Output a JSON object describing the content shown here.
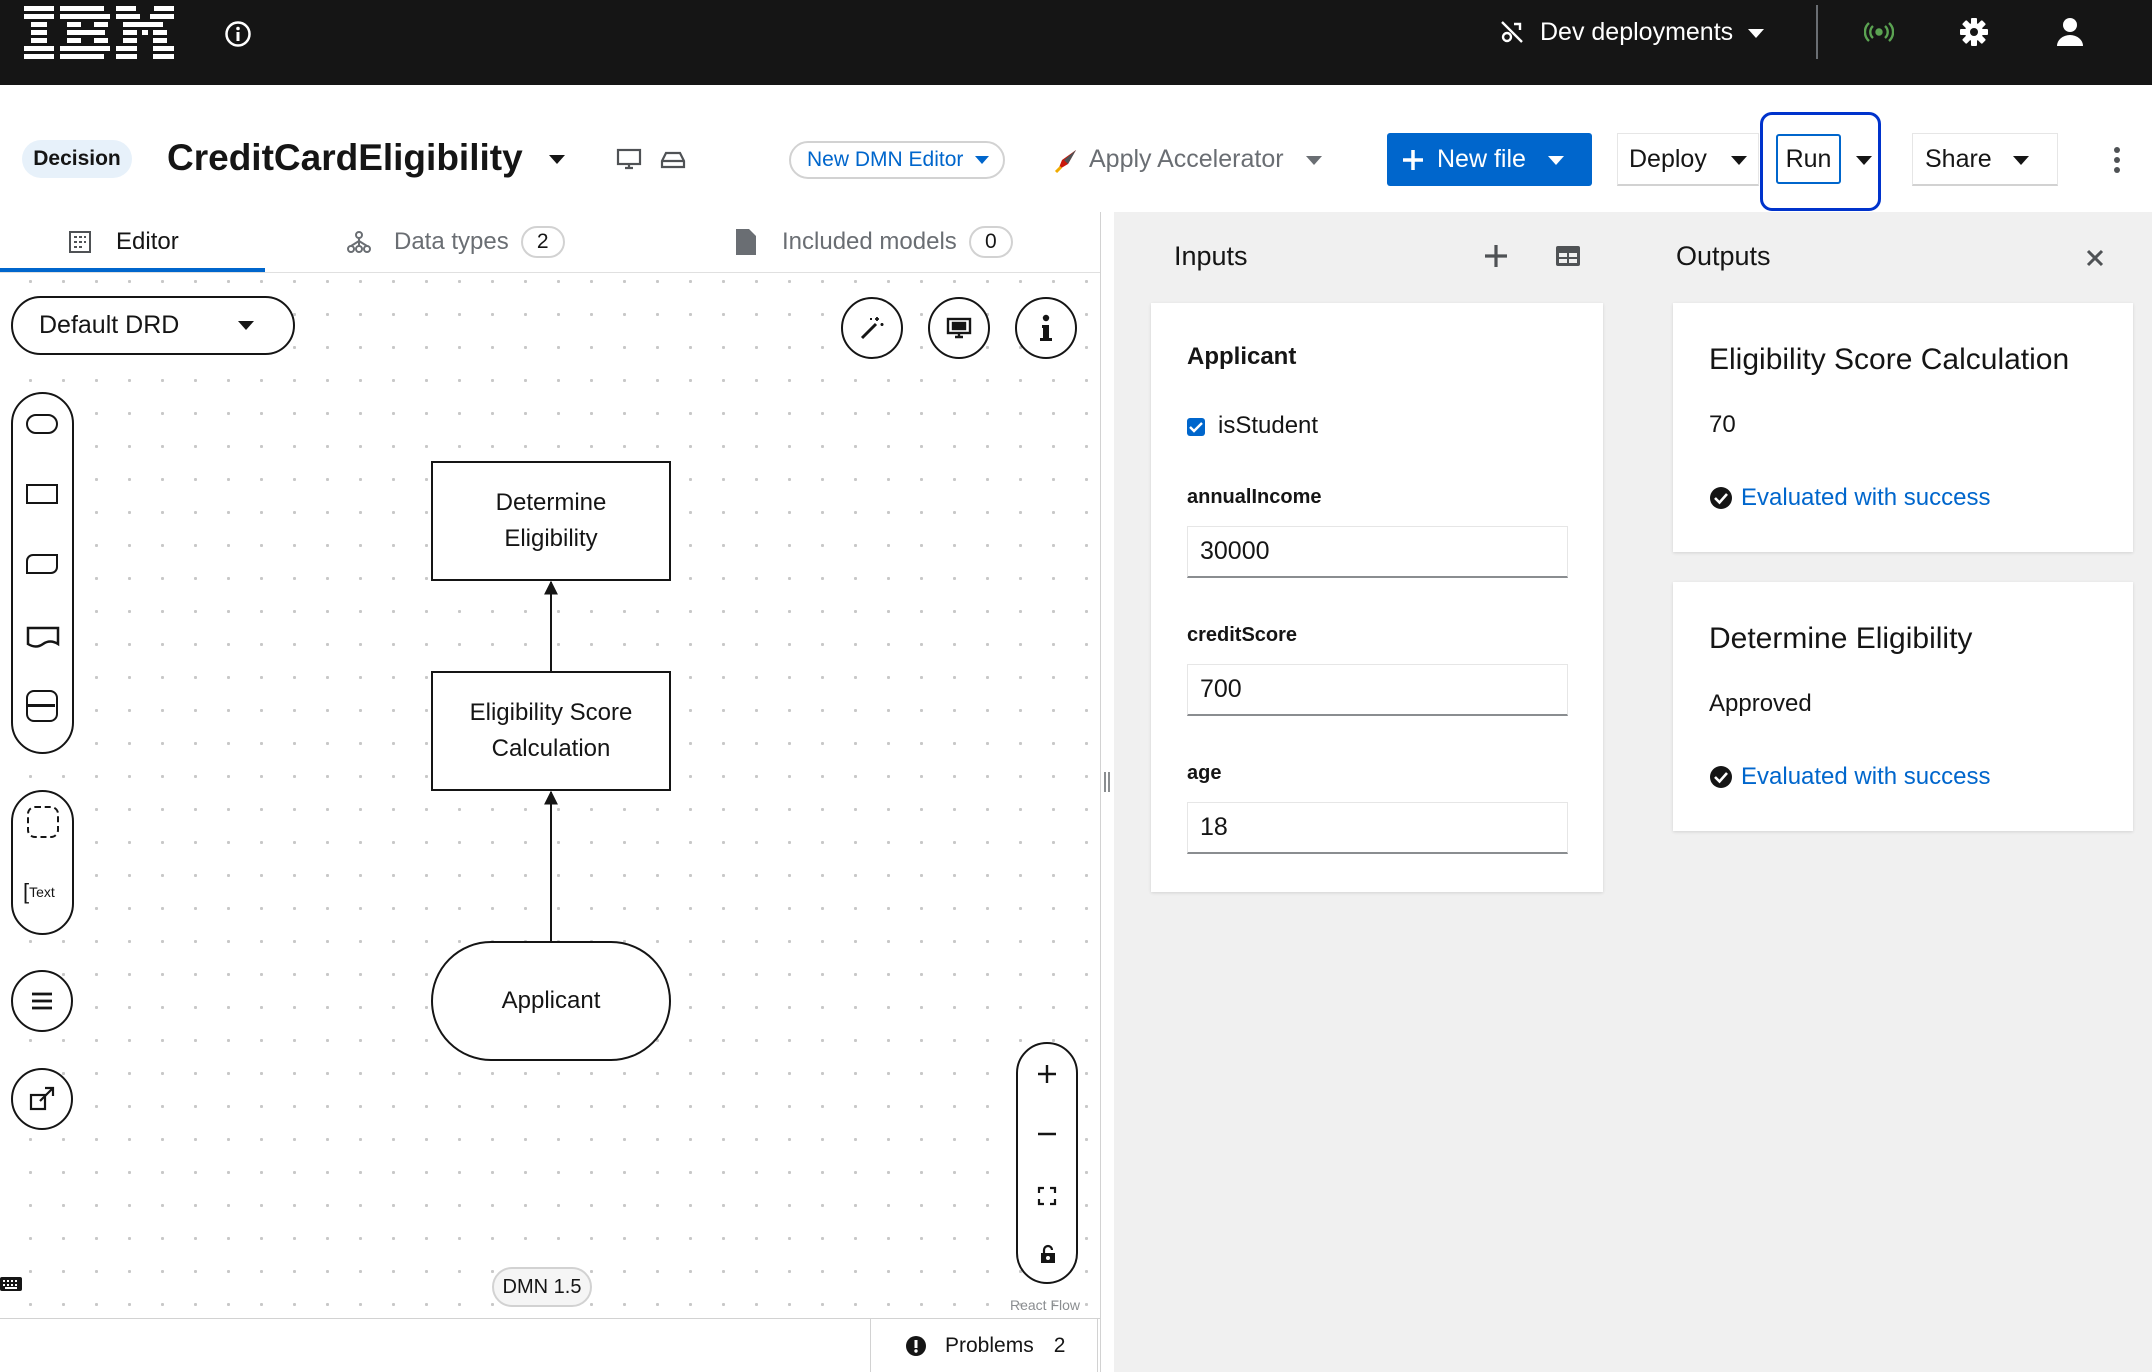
{
  "masthead": {
    "brand": "IBM",
    "deployments_label": "Dev deployments"
  },
  "header": {
    "project_type": "Decision",
    "file_name": "CreditCardEligibility",
    "editor_selector": "New DMN Editor",
    "accelerator_label": "Apply Accelerator",
    "new_file_label": "New file",
    "deploy_label": "Deploy",
    "run_label": "Run",
    "share_label": "Share"
  },
  "editor_tabs": [
    {
      "label": "Editor",
      "count": null
    },
    {
      "label": "Data types",
      "count": "2"
    },
    {
      "label": "Included models",
      "count": "0"
    }
  ],
  "drd": {
    "selector": "Default DRD",
    "palette_text_label": "Text",
    "nodes": {
      "determine": "Determine Eligibility",
      "score": "Eligibility Score Calculation",
      "applicant": "Applicant"
    },
    "version_badge": "DMN 1.5",
    "react_flow_label": "React Flow"
  },
  "problems": {
    "label": "Problems",
    "count": "2"
  },
  "inputs": {
    "title": "Inputs",
    "group_title": "Applicant",
    "is_student_label": "isStudent",
    "is_student_checked": true,
    "fields": [
      {
        "label": "annualIncome",
        "value": "30000"
      },
      {
        "label": "creditScore",
        "value": "700"
      },
      {
        "label": "age",
        "value": "18"
      }
    ]
  },
  "outputs": {
    "title": "Outputs",
    "results": [
      {
        "name": "Eligibility Score Calculation",
        "value": "70",
        "status": "Evaluated with success"
      },
      {
        "name": "Determine Eligibility",
        "value": "Approved",
        "status": "Evaluated with success"
      }
    ]
  },
  "colors": {
    "masthead": "#151515",
    "primary": "#0066cc",
    "highlight": "#0033cc",
    "panel_bg": "#f0f0f0",
    "success_icon": "#151515",
    "connection_icon": "#3e8635"
  },
  "icons": {
    "masthead": [
      "info-icon",
      "deployments-icon",
      "connection-status-icon",
      "settings-icon",
      "user-icon"
    ],
    "header": [
      "desktop-icon",
      "drive-icon",
      "rocket-icon",
      "plus-icon",
      "kebab-icon"
    ]
  }
}
